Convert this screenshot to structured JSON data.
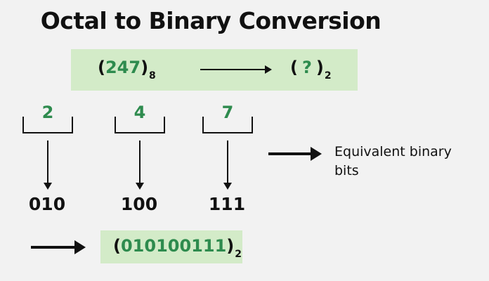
{
  "title": "Octal to Binary Conversion",
  "colors": {
    "background": "#f2f2f2",
    "highlight_box": "#d3ebc8",
    "accent_green": "#2e8b4e",
    "text": "#111111"
  },
  "conversion": {
    "input": {
      "open": "(",
      "value": "247",
      "close": ")",
      "base": "8"
    },
    "output": {
      "open": "(",
      "value": "?",
      "close": ")",
      "base": "2"
    }
  },
  "digits": [
    {
      "octal": "2",
      "binary": "010"
    },
    {
      "octal": "4",
      "binary": "100"
    },
    {
      "octal": "7",
      "binary": "111"
    }
  ],
  "legend": {
    "line1": "Equivalent binary",
    "line2": "bits"
  },
  "result": {
    "open": "(",
    "value": "010100111",
    "close": ")",
    "base": "2"
  }
}
